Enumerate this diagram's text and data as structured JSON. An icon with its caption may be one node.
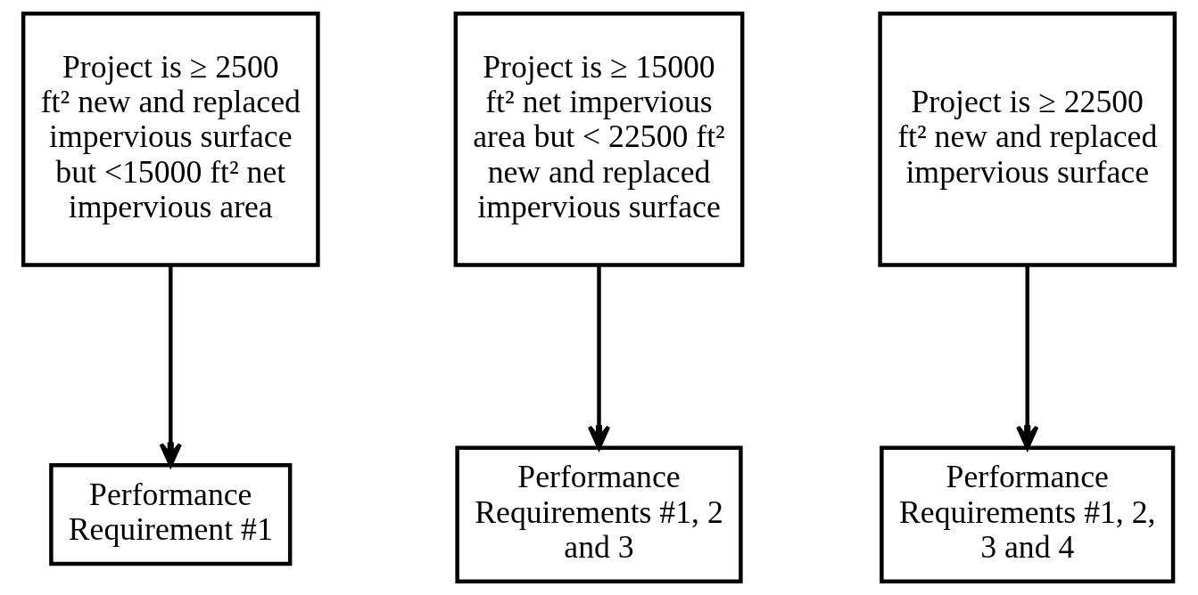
{
  "diagram": {
    "nodes": [
      {
        "text": [
          "Project is ≥ 2500 ft² new and replaced impervious surface but <15000 ft² net impervious area"
        ]
      },
      {
        "text": [
          "Project is ≥ 15000 ft² net impervious area but < 22500 ft² new and replaced impervious surface"
        ]
      },
      {
        "text": [
          "Project is ≥ 22500 ft² new and replaced impervious surface"
        ]
      },
      {
        "text": [
          "Performance Requirement #1"
        ]
      },
      {
        "text": [
          "Performance Requirements #1, 2 and 3"
        ]
      },
      {
        "text": [
          "Performance Requirements #1, 2, 3 and 4"
        ]
      }
    ],
    "edges": [
      {
        "from": 0,
        "to": 3,
        "arrow": "to"
      },
      {
        "from": 1,
        "to": 4,
        "arrow": "to"
      },
      {
        "from": 2,
        "to": 5,
        "arrow": "to"
      }
    ]
  }
}
